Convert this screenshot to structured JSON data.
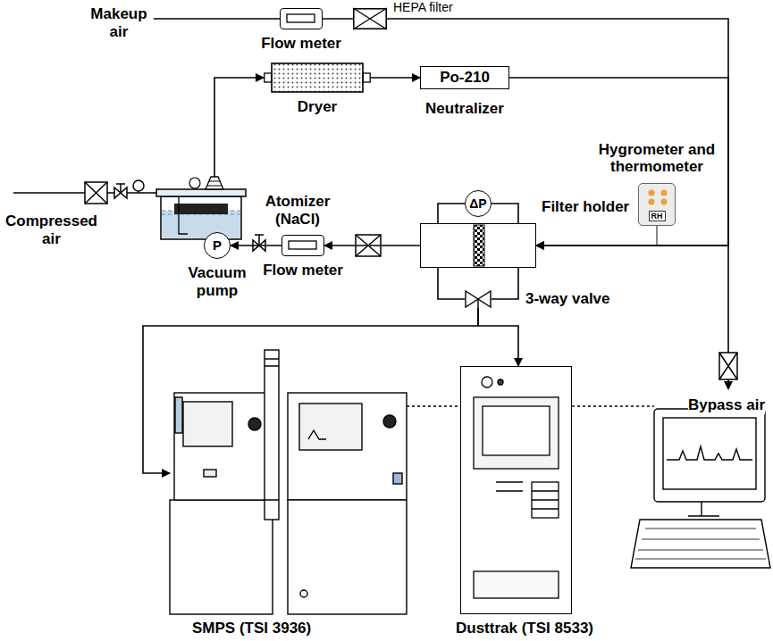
{
  "diagram": {
    "nodes": [
      {
        "text": [
          "Flow meter"
        ]
      },
      {
        "text": [
          "HEPA filter"
        ]
      },
      {
        "text": [
          "Atomizer (NaCl)"
        ]
      },
      {
        "text": [
          "Dryer"
        ]
      },
      {
        "text": [
          "Po-210",
          "Neutralizer"
        ]
      },
      {
        "text": [
          "Hygrometer and thermometer",
          "RH"
        ]
      },
      {
        "text": [
          "Filter holder"
        ]
      },
      {
        "text": [
          "ΔP"
        ]
      },
      {
        "text": [
          "Flow meter"
        ]
      },
      {
        "text": [
          "P",
          "Vacuum pump"
        ]
      },
      {
        "text": [
          "3-way valve"
        ]
      },
      {
        "text": [
          "SMPS (TSI 3936)"
        ]
      },
      {
        "text": [
          "Dusttrak (TSI 8533)"
        ]
      }
    ],
    "edges": [
      {
        "from": 0,
        "to": 1,
        "arrow": "none"
      },
      {
        "from": 1,
        "to": 6,
        "arrow": "to"
      },
      {
        "from": 2,
        "to": 3,
        "arrow": "to"
      },
      {
        "from": 3,
        "to": 4,
        "arrow": "to"
      },
      {
        "from": 4,
        "to": 6,
        "arrow": "to"
      },
      {
        "from": 6,
        "to": 7,
        "arrow": "none"
      },
      {
        "from": 6,
        "to": 10,
        "arrow": "none"
      },
      {
        "from": 6,
        "to": 8,
        "arrow": "to"
      },
      {
        "from": 8,
        "to": 9,
        "arrow": "to"
      },
      {
        "from": 10,
        "to": 11,
        "arrow": "to"
      },
      {
        "from": 10,
        "to": 12,
        "arrow": "to"
      }
    ],
    "labels": [
      "Makeup air",
      "Compressed air",
      "Bypass air"
    ]
  }
}
